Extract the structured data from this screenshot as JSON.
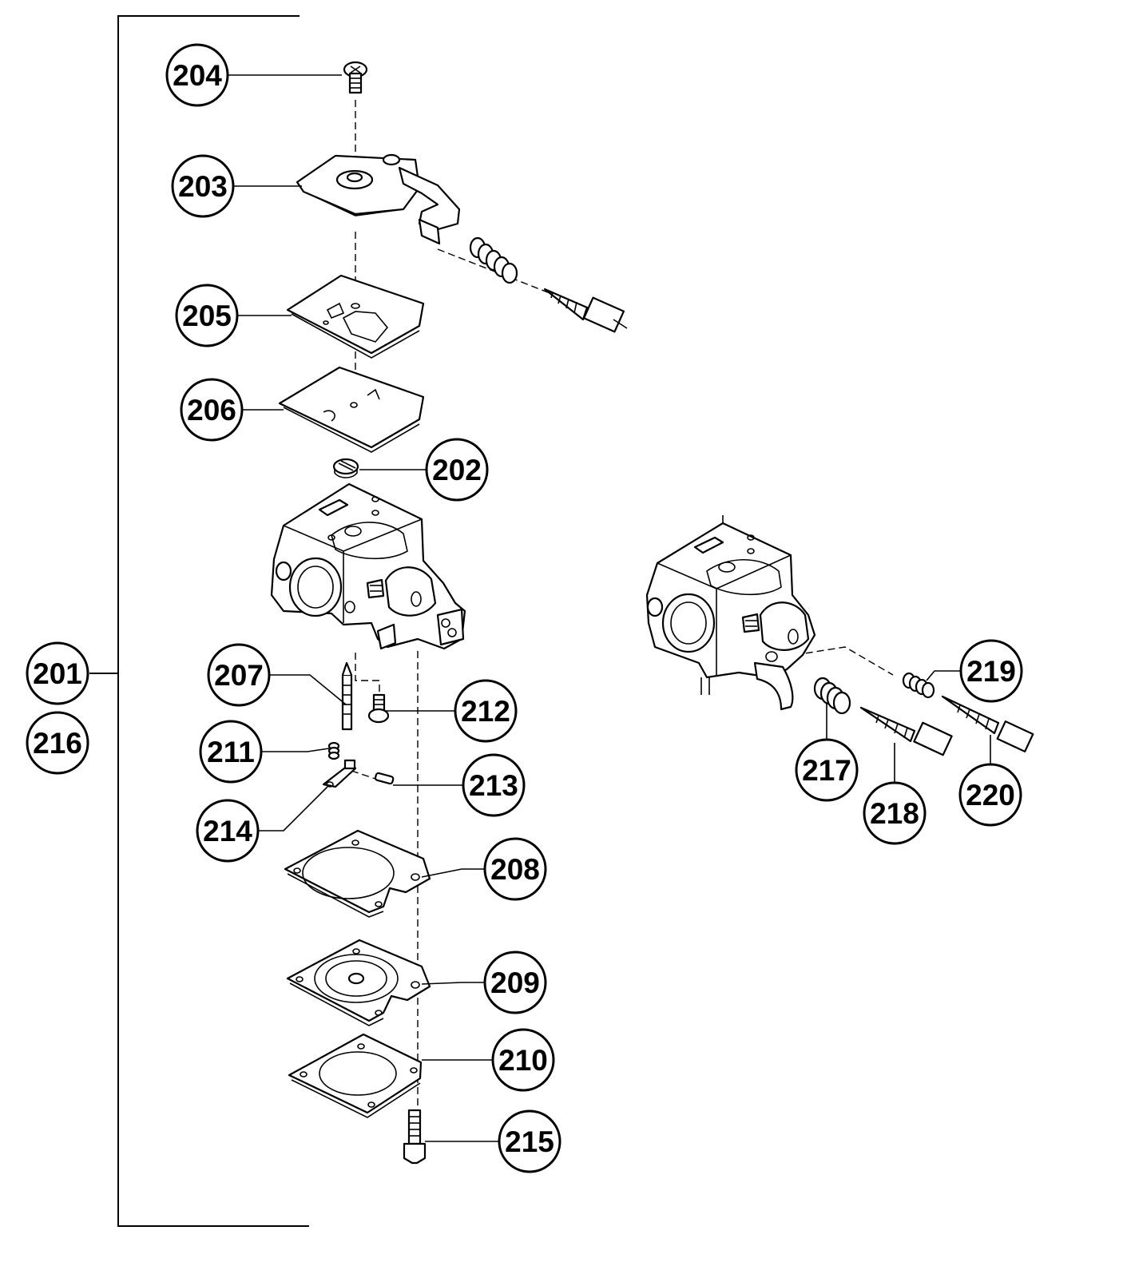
{
  "diagram": {
    "callouts": {
      "c201": "201",
      "c216": "216",
      "c204": "204",
      "c203": "203",
      "c205": "205",
      "c206": "206",
      "c202": "202",
      "c207": "207",
      "c212": "212",
      "c211": "211",
      "c213": "213",
      "c214": "214",
      "c208": "208",
      "c209": "209",
      "c210": "210",
      "c215": "215",
      "c219": "219",
      "c217": "217",
      "c218": "218",
      "c220": "220"
    },
    "colors": {
      "line": "#000000",
      "background": "#ffffff"
    }
  }
}
